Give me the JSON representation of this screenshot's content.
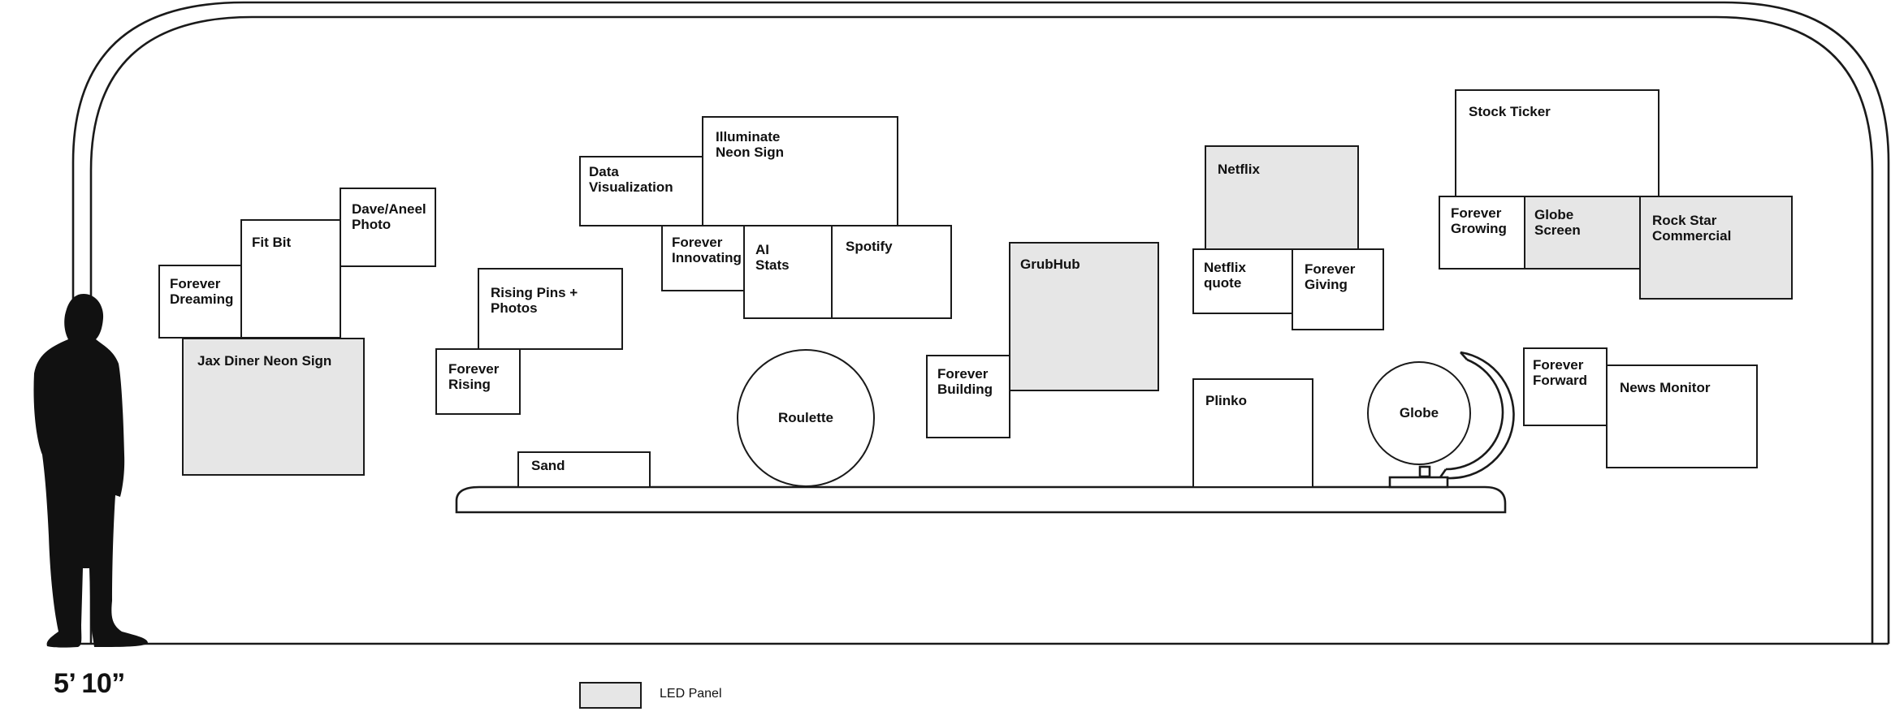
{
  "items": {
    "forever_dreaming": "Forever\nDreaming",
    "fit_bit": "Fit Bit",
    "dave_aneel_photo": "Dave/Aneel\nPhoto",
    "jax_diner_neon_sign": "Jax Diner Neon Sign",
    "rising_pins_photos": "Rising Pins +\nPhotos",
    "forever_rising": "Forever\nRising",
    "data_visualization": "Data\nVisualization",
    "illuminate_neon_sign": "Illuminate\nNeon Sign",
    "forever_innovating": "Forever\nInnovating",
    "ai_stats": "AI\nStats",
    "spotify": "Spotify",
    "roulette": "Roulette",
    "sand": "Sand",
    "grubhub": "GrubHub",
    "forever_building": "Forever\nBuilding",
    "netflix": "Netflix",
    "netflix_quote": "Netflix\nquote",
    "forever_giving": "Forever\nGiving",
    "plinko": "Plinko",
    "globe": "Globe",
    "stock_ticker": "Stock Ticker",
    "forever_growing": "Forever\nGrowing",
    "globe_screen": "Globe\nScreen",
    "rock_star_commercial": "Rock Star\nCommercial",
    "forever_forward": "Forever\nForward",
    "news_monitor": "News Monitor"
  },
  "height_label": "5’ 10”",
  "legend": {
    "label": "LED Panel",
    "swatch_color": "#e6e6e6"
  },
  "colors": {
    "led_fill": "#e6e6e6",
    "stroke": "#1a1a1a",
    "silhouette": "#111111"
  }
}
